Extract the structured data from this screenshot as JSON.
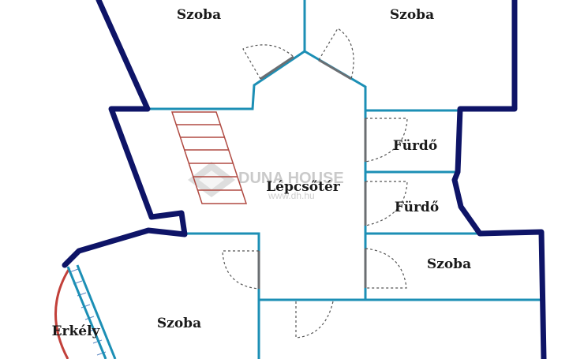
{
  "rooms": {
    "szoba_top_left": "Szoba",
    "szoba_top_right": "Szoba",
    "furdo_upper": "Fürdő",
    "lepcsoter": "Lépcsőtér",
    "furdo_lower": "Fürdő",
    "szoba_right": "Szoba",
    "szoba_bottom_left": "Szoba",
    "erkely": "Erkély"
  },
  "watermark": {
    "brand": "DUNA HOUSE",
    "url": "www.dh.hu"
  },
  "colors": {
    "outer_wall": "#0e1467",
    "inner_wall": "#1c8fb5",
    "stairs": "#b04a42",
    "balcony": "#c2403a"
  }
}
